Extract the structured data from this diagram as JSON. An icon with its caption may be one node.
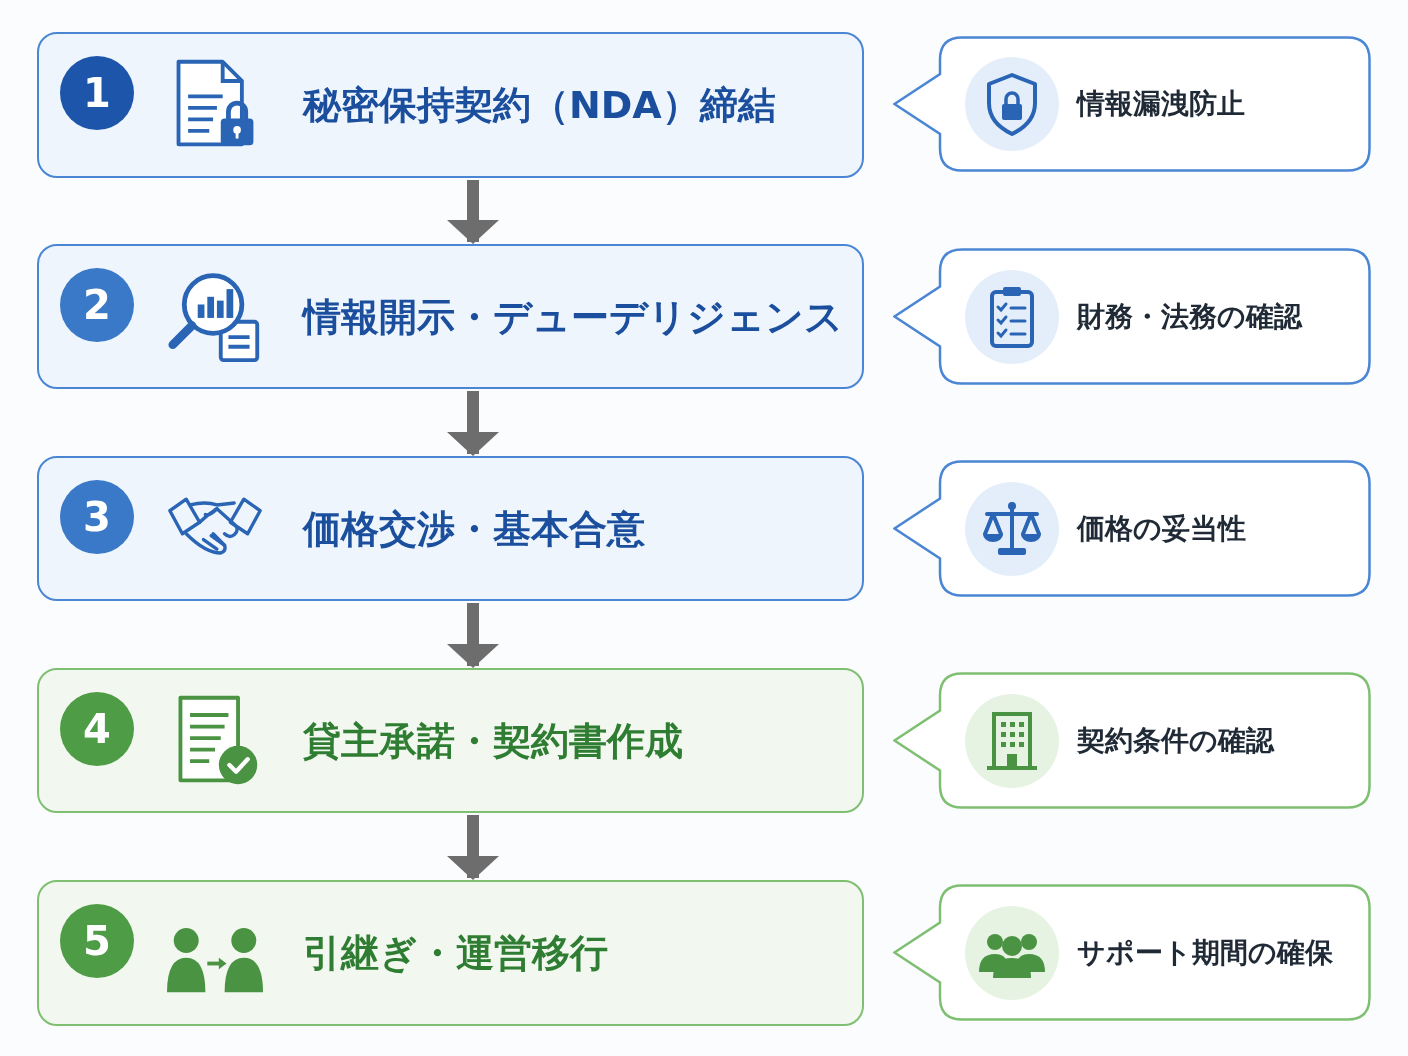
{
  "diagram": {
    "nodes": [
      {
        "text": [
          "1",
          "秘密保持契約（NDA）締結"
        ]
      },
      {
        "text": [
          "情報漏洩防止"
        ]
      },
      {
        "text": [
          "2",
          "情報開示・デューデリジェンス"
        ]
      },
      {
        "text": [
          "財務・法務の確認"
        ]
      },
      {
        "text": [
          "3",
          "価格交渉・基本合意"
        ]
      },
      {
        "text": [
          "価格の妥当性"
        ]
      },
      {
        "text": [
          "4",
          "貸主承諾・契約書作成"
        ]
      },
      {
        "text": [
          "契約条件の確認"
        ]
      },
      {
        "text": [
          "5",
          "引継ぎ・運営移行"
        ]
      },
      {
        "text": [
          "サポート期間の確保"
        ]
      }
    ],
    "edges": [
      {
        "from": 0,
        "to": 2,
        "arrow": "to"
      },
      {
        "from": 2,
        "to": 4,
        "arrow": "to"
      },
      {
        "from": 4,
        "to": 6,
        "arrow": "to"
      },
      {
        "from": 6,
        "to": 8,
        "arrow": "to"
      }
    ]
  }
}
